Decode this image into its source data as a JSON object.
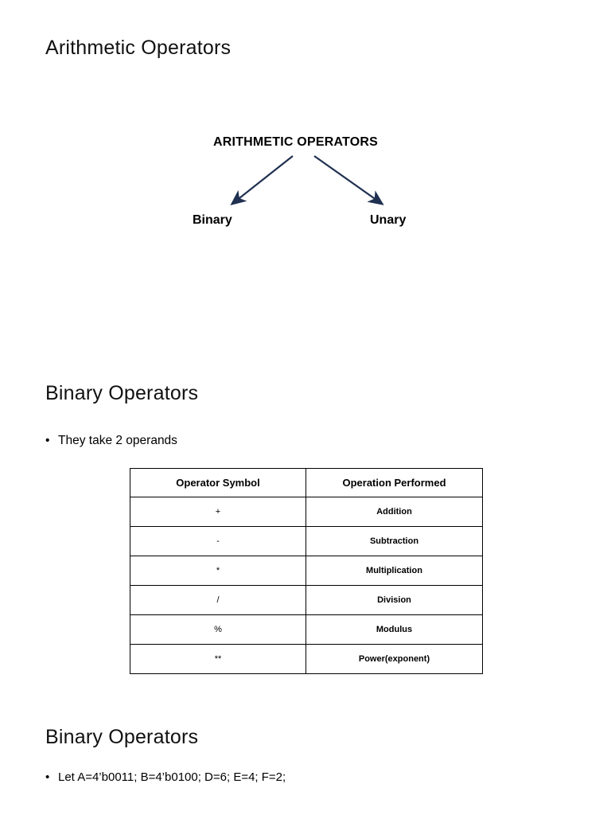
{
  "slides": [
    {
      "title": "Arithmetic Operators"
    },
    {
      "title": "Binary Operators"
    },
    {
      "title": "Binary Operators"
    }
  ],
  "diagram": {
    "root": "ARITHMETIC OPERATORS",
    "left_child": "Binary",
    "right_child": "Unary"
  },
  "bullets": {
    "operands": "They take 2 operands",
    "let_values": "Let A=4’b0011;    B=4’b0100;  D=6;   E=4;   F=2;",
    "marker": "•"
  },
  "table": {
    "headers": [
      "Operator Symbol",
      "Operation Performed"
    ],
    "rows": [
      [
        "+",
        "Addition"
      ],
      [
        "-",
        "Subtraction"
      ],
      [
        "*",
        "Multiplication"
      ],
      [
        "/",
        "Division"
      ],
      [
        "%",
        "Modulus"
      ],
      [
        "**",
        "Power(exponent)"
      ]
    ]
  },
  "colors": {
    "text": "#000000",
    "background": "#ffffff",
    "arrow": "#1f3050",
    "border": "#000000"
  }
}
